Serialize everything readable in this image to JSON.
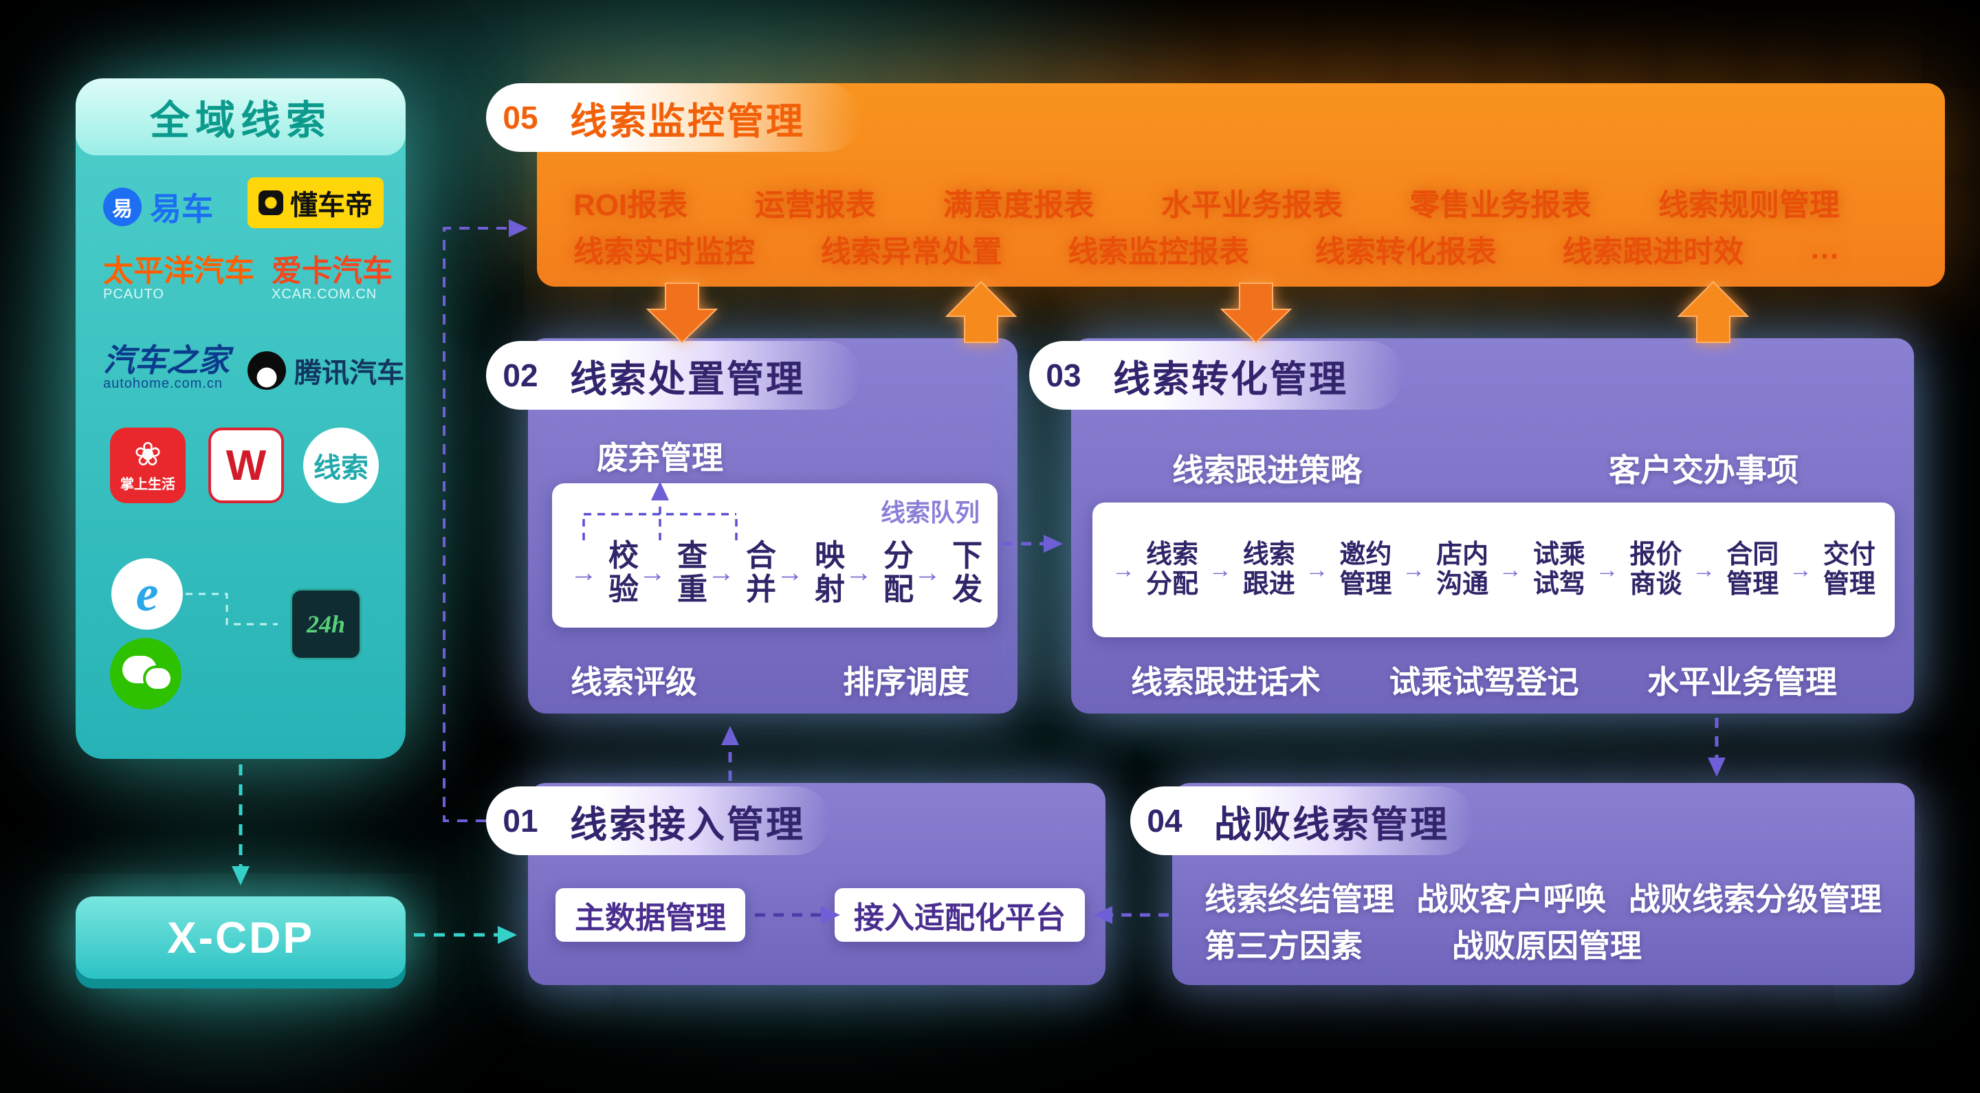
{
  "colors": {
    "teal": "#2fc2c2",
    "orange": "#f6891e",
    "purple": "#7b72c6",
    "purple_dark": "#33246e",
    "orange_text": "#e8500a"
  },
  "left_panel": {
    "title": "全域线索",
    "logos": {
      "yiche": {
        "label": "易车",
        "icon_char": "易"
      },
      "dongchedi": {
        "label": "懂车帝"
      },
      "pcauto": {
        "label": "太平洋汽车",
        "sub": "PCAUTO"
      },
      "xcar": {
        "label": "爱卡汽车",
        "sub": "XCAR.COM.CN"
      },
      "autohome": {
        "label": "汽车之家",
        "sub": "autohome.com.cn"
      },
      "tencent": {
        "label": "腾讯汽车"
      },
      "zslife": {
        "label": "掌上生活",
        "icon_char": "❀"
      },
      "wapp": {
        "label": "W"
      },
      "clue": {
        "label": "线索"
      },
      "ie": {
        "label": "e"
      },
      "h24": {
        "label": "24h"
      }
    },
    "cdp_label": "X-CDP"
  },
  "boxes": {
    "b05": {
      "num": "05",
      "title": "线索监控管理",
      "row1": [
        "ROI报表",
        "运营报表",
        "满意度报表",
        "水平业务报表",
        "零售业务报表",
        "线索规则管理"
      ],
      "row2": [
        "线索实时监控",
        "线索异常处置",
        "线索监控报表",
        "线索转化报表",
        "线索跟进时效",
        "…"
      ]
    },
    "b02": {
      "num": "02",
      "title": "线索处置管理",
      "abandon_label": "废弃管理",
      "queue_label": "线索队列",
      "steps": [
        [
          "校",
          "验"
        ],
        [
          "查",
          "重"
        ],
        [
          "合",
          "并"
        ],
        [
          "映",
          "射"
        ],
        [
          "分",
          "配"
        ],
        [
          "下",
          "发"
        ]
      ],
      "bottom": [
        "线索评级",
        "排序调度"
      ]
    },
    "b03": {
      "num": "03",
      "title": "线索转化管理",
      "top_labels": [
        "线索跟进策略",
        "客户交办事项"
      ],
      "steps": [
        [
          "线索",
          "分配"
        ],
        [
          "线索",
          "跟进"
        ],
        [
          "邀约",
          "管理"
        ],
        [
          "店内",
          "沟通"
        ],
        [
          "试乘",
          "试驾"
        ],
        [
          "报价",
          "商谈"
        ],
        [
          "合同",
          "管理"
        ],
        [
          "交付",
          "管理"
        ]
      ],
      "bottom": [
        "线索跟进话术",
        "试乘试驾登记",
        "水平业务管理"
      ]
    },
    "b01": {
      "num": "01",
      "title": "线索接入管理",
      "items": [
        "主数据管理",
        "接入适配化平台"
      ]
    },
    "b04": {
      "num": "04",
      "title": "战败线索管理",
      "row1": [
        "线索终结管理",
        "战败客户呼唤",
        "战败线索分级管理"
      ],
      "row2": [
        "第三方因素",
        "战败原因管理"
      ]
    }
  }
}
